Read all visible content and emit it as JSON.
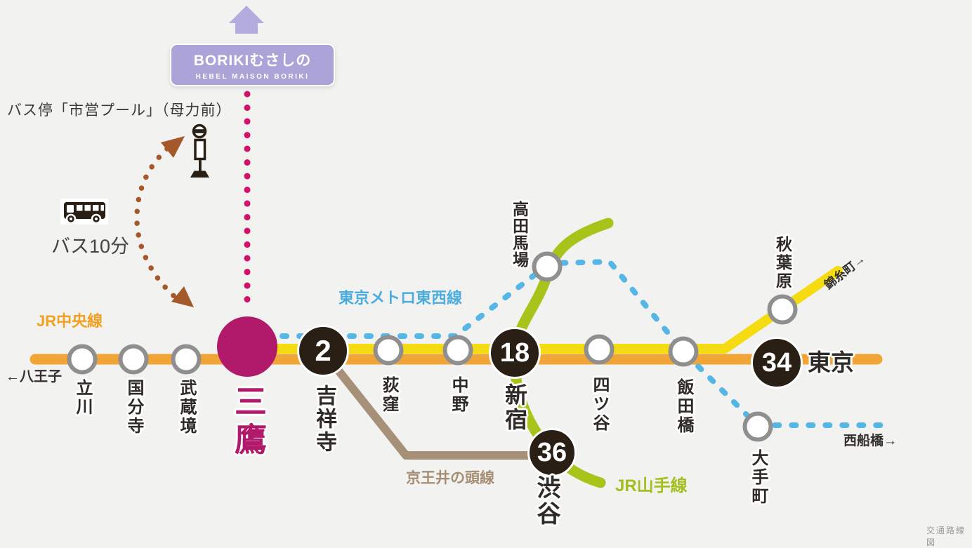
{
  "credit": "交通路線図",
  "colors": {
    "bg": "#F2F2F1",
    "chuo": "#F2A537",
    "sobu": "#F5DC12",
    "tozai": "#56B7E6",
    "yamanote": "#A8C41B",
    "keio": "#A79078",
    "accent_magenta": "#B1196B",
    "dot_pink": "#D3106A",
    "dark": "#2A1F14",
    "purple": "#ACA3D9",
    "purple_arrow": "#B4ABDE",
    "circle_border": "#8F8F8F",
    "bus_arrow_brown": "#A5592B",
    "label_orange": "#F0A11F",
    "label_blue": "#4AADE0",
    "label_green": "#A2BF1E",
    "label_brown": "#A58E73"
  },
  "facility": {
    "name": "BORIKIむさしの",
    "subname": "HEBEL MAISON BORIKI"
  },
  "bus": {
    "stop_label": "バス停「市営プール」（母力前）",
    "duration": "バス10分"
  },
  "line_labels": {
    "chuo": "JR中央線",
    "tozai": "東京メトロ東西線",
    "keio": "京王井の頭線",
    "yamanote": "JR山手線"
  },
  "directions": {
    "hachioji": "←八王子",
    "kinshicho": "錦糸町→",
    "nishifunabashi": "西船橋→"
  },
  "stations": {
    "tachikawa": {
      "label": "立川"
    },
    "kokubunji": {
      "label": "国分寺"
    },
    "musashisakai": {
      "label": "武蔵境"
    },
    "mitaka": {
      "label": "三鷹"
    },
    "kichijoji": {
      "label": "吉祥寺",
      "minutes": "2"
    },
    "ogikubo": {
      "label": "荻窪"
    },
    "nakano": {
      "label": "中野"
    },
    "shinjuku": {
      "label": "新宿",
      "minutes": "18"
    },
    "yotsuya": {
      "label": "四ツ谷"
    },
    "iidabashi": {
      "label": "飯田橋"
    },
    "tokyo": {
      "label": "東京",
      "minutes": "34"
    },
    "takadanobaba": {
      "label": "高田馬場"
    },
    "akihabara": {
      "label": "秋葉原"
    },
    "otemachi": {
      "label": "大手町"
    },
    "shibuya": {
      "label": "渋谷",
      "minutes": "36"
    }
  }
}
